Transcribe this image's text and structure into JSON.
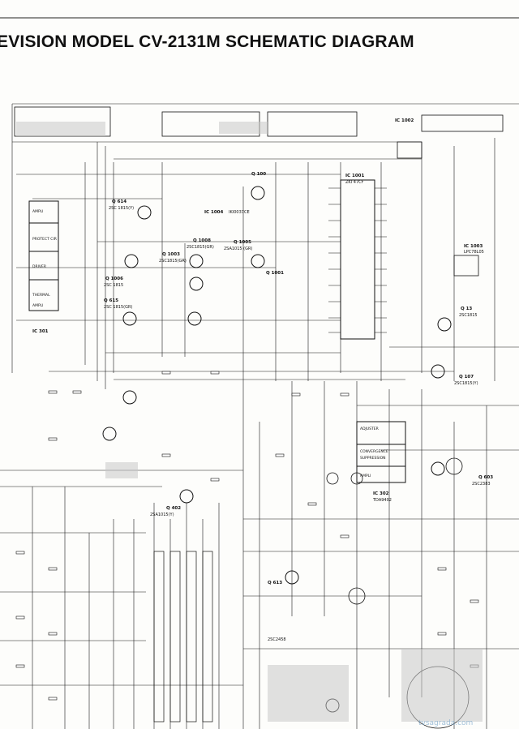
{
  "title": "EVISION MODEL CV-2131M SCHEMATIC DIAGRAM",
  "transistors": [
    {
      "ref": "Q 614",
      "part": "2SC 1815(Y)"
    },
    {
      "ref": "Q 1003",
      "part": "2SC1815(GR)"
    },
    {
      "ref": "Q 1005",
      "part": "2SA1015 (GR)"
    },
    {
      "ref": "Q 1006",
      "part": "2SC 1815"
    },
    {
      "ref": "Q 615",
      "part": "2SC 1815(GR)"
    },
    {
      "ref": "Q 1001",
      "part": ""
    },
    {
      "ref": "Q 100",
      "part": ""
    },
    {
      "ref": "Q 13",
      "part": "2SC1815"
    },
    {
      "ref": "Q 107",
      "part": "2SC1815(Y)"
    },
    {
      "ref": "Q 402",
      "part": "2SA1015(Y)"
    },
    {
      "ref": "Q 613",
      "part": "2SC2458"
    },
    {
      "ref": "Q 603",
      "part": "2SC2383"
    },
    {
      "ref": "Q 1008",
      "part": "2SC1815(GR)"
    }
  ],
  "ics": [
    {
      "ref": "IC 1001",
      "part": "ZKI 47CF"
    },
    {
      "ref": "IC 1002",
      "part": ""
    },
    {
      "ref": "IC 1003",
      "part": "LPC78L05"
    },
    {
      "ref": "IC 1004",
      "part": "IKI0037CE"
    },
    {
      "ref": "IC 301",
      "part": ""
    },
    {
      "ref": "IC 302",
      "part": "TDA9402"
    }
  ],
  "blocks": [
    {
      "name": "AMPLI"
    },
    {
      "name": "PROTECT CIR"
    },
    {
      "name": "DRIVER"
    },
    {
      "name": "THERMAL"
    },
    {
      "name": "AMPLI"
    },
    {
      "name": "ADJUSTER"
    },
    {
      "name": "CONVERGENCE"
    },
    {
      "name": "SUPPRESSION"
    },
    {
      "name": "AMPLI"
    }
  ],
  "watermark": "tvsagrada.com"
}
